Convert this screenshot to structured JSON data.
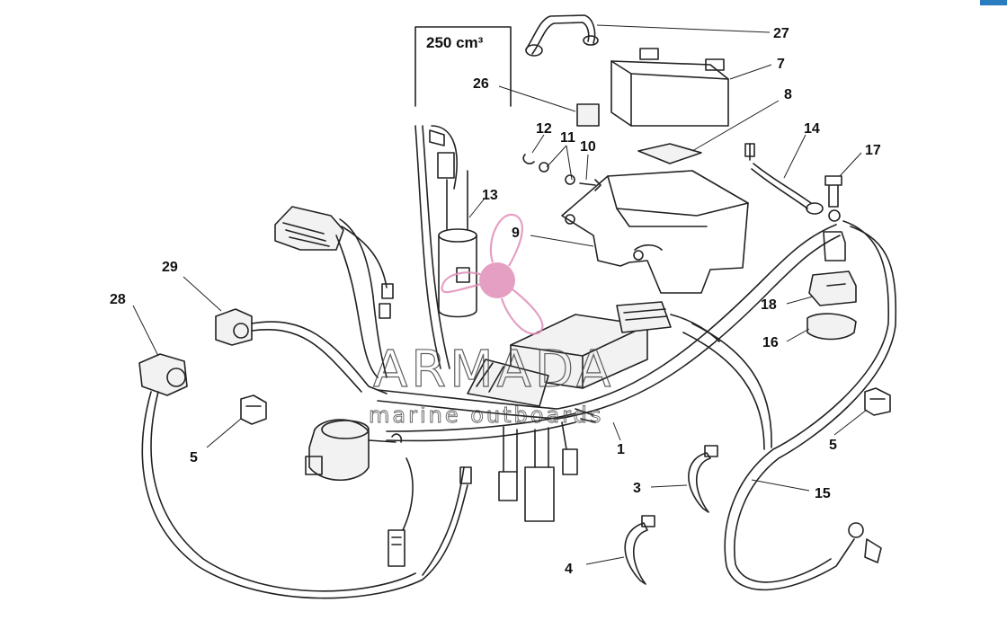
{
  "spec_box": {
    "label": "250 cm³"
  },
  "watermark": {
    "title": "ARMADA",
    "subtitle": "marine outboards",
    "stroke_color": "#444444",
    "logo_color": "#e08fb8"
  },
  "colors": {
    "accent_tab": "#2b7bc0",
    "line": "#222222"
  },
  "callouts": [
    {
      "id": "1",
      "name": "callout-1-main-harness"
    },
    {
      "id": "3",
      "name": "callout-3-clip"
    },
    {
      "id": "4",
      "name": "callout-4-clip"
    },
    {
      "id": "5",
      "name": "callout-5-cable-clip-left"
    },
    {
      "id": "5",
      "name": "callout-5-cable-clip-right"
    },
    {
      "id": "7",
      "name": "callout-7-battery"
    },
    {
      "id": "8",
      "name": "callout-8-battery-pad"
    },
    {
      "id": "9",
      "name": "callout-9-battery-box"
    },
    {
      "id": "10",
      "name": "callout-10-screw"
    },
    {
      "id": "11",
      "name": "callout-11-washer"
    },
    {
      "id": "12",
      "name": "callout-12-clip"
    },
    {
      "id": "13",
      "name": "callout-13-capacitor"
    },
    {
      "id": "14",
      "name": "callout-14-ground-cable"
    },
    {
      "id": "15",
      "name": "callout-15-battery-cable"
    },
    {
      "id": "16",
      "name": "callout-16-cover"
    },
    {
      "id": "17",
      "name": "callout-17-bolt"
    },
    {
      "id": "18",
      "name": "callout-18-relay"
    },
    {
      "id": "26",
      "name": "callout-26-fuse"
    },
    {
      "id": "27",
      "name": "callout-27-strap"
    },
    {
      "id": "28",
      "name": "callout-28-switch"
    },
    {
      "id": "29",
      "name": "callout-29-switch"
    }
  ]
}
